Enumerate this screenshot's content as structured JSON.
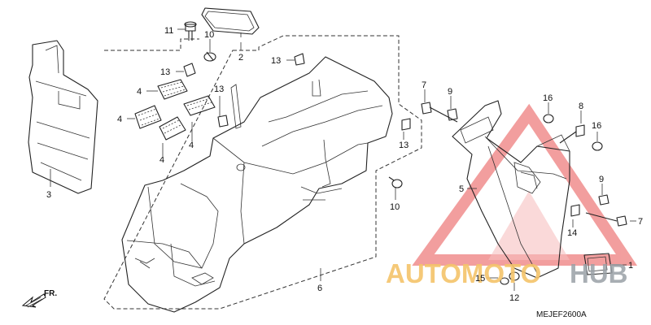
{
  "diagram": {
    "part_code": "MEJEF2600A",
    "direction_label": "FR.",
    "callouts": {
      "c1": "1",
      "c2": "2",
      "c3": "3",
      "c4a": "4",
      "c4b": "4",
      "c4c": "4",
      "c4d": "4",
      "c5": "5",
      "c6": "6",
      "c7a": "7",
      "c7b": "7",
      "c8": "8",
      "c9a": "9",
      "c9b": "9",
      "c10a": "10",
      "c10b": "10",
      "c11": "11",
      "c12": "12",
      "c13a": "13",
      "c13b": "13",
      "c13c": "13",
      "c13d": "13",
      "c14": "14",
      "c15": "15",
      "c16a": "16",
      "c16b": "16"
    },
    "watermark": {
      "part1": "AUTOMOTO",
      "part2": "HUB",
      "color_primary": "#f4c46a",
      "color_secondary": "#9aa0a6",
      "color_logo": "#e8504f"
    }
  }
}
